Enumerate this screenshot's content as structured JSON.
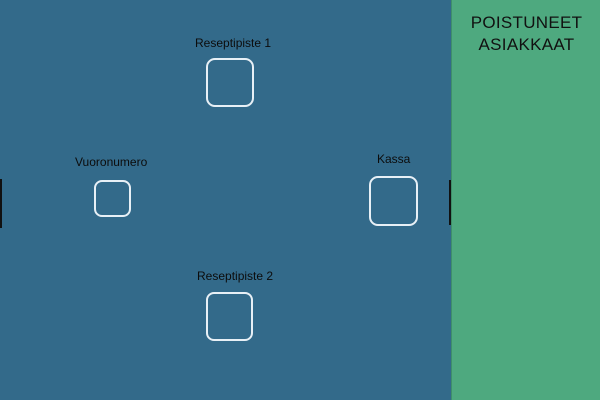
{
  "colors": {
    "floor": "#336a8a",
    "exit_panel": "#4ea97f",
    "station_outline": "#e8f0f6",
    "text": "#111111"
  },
  "stations": {
    "pharmacy_1": {
      "label": "Reseptipiste 1"
    },
    "queue_number": {
      "label": "Vuoronumero"
    },
    "checkout": {
      "label": "Kassa"
    },
    "pharmacy_2": {
      "label": "Reseptipiste 2"
    }
  },
  "exit_panel": {
    "title_line1": "POISTUNEET",
    "title_line2": "ASIAKKAAT"
  }
}
